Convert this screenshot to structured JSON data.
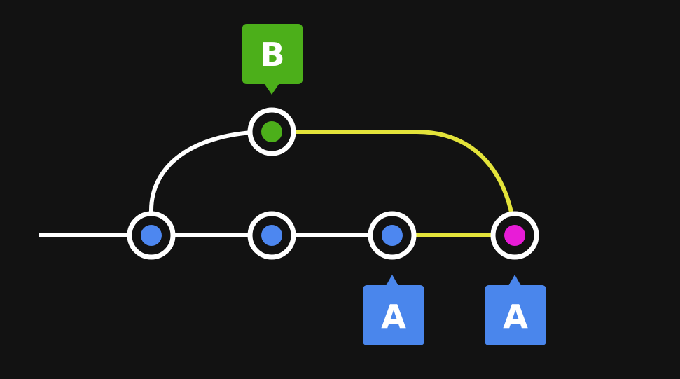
{
  "colors": {
    "background": "#121212",
    "main_line": "#ffffff",
    "merge_line": "#e3e33a",
    "node_ring": "#ffffff",
    "commit_blue": "#4d87f0",
    "commit_green": "#4caf1a",
    "commit_magenta": "#e81cd7",
    "label_b_bg": "#4caf1a",
    "label_a_bg": "#4a86ec",
    "label_text": "#ffffff"
  },
  "commits": [
    {
      "id": "c1",
      "fill": "blue"
    },
    {
      "id": "c2",
      "fill": "blue"
    },
    {
      "id": "c3",
      "fill": "blue"
    },
    {
      "id": "b1",
      "fill": "green"
    },
    {
      "id": "m1",
      "fill": "magenta"
    }
  ],
  "labels": {
    "branch_b": "B",
    "branch_a_old": "A",
    "branch_a_new": "A"
  }
}
